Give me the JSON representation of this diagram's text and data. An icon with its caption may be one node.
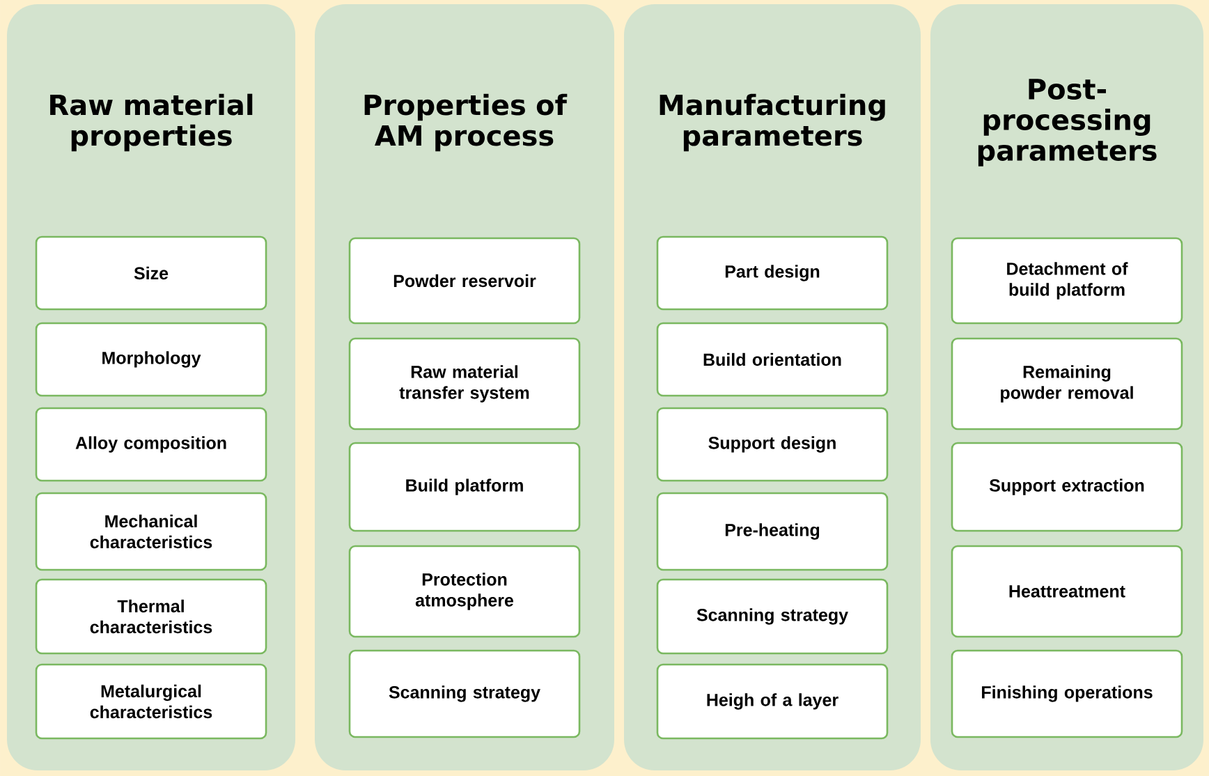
{
  "diagram": {
    "nodes": [
      {
        "text": [
          "Raw material properties"
        ]
      },
      {
        "text": [
          "Size"
        ],
        "in": 0
      },
      {
        "text": [
          "Morphology"
        ],
        "in": 0
      },
      {
        "text": [
          "Alloy composition"
        ],
        "in": 0
      },
      {
        "text": [
          "Mechanical characteristics"
        ],
        "in": 0
      },
      {
        "text": [
          "Thermal characteristics"
        ],
        "in": 0
      },
      {
        "text": [
          "Metalurgical characteristics"
        ],
        "in": 0
      },
      {
        "text": [
          "Properties of AM process"
        ]
      },
      {
        "text": [
          "Powder reservoir"
        ],
        "in": 7
      },
      {
        "text": [
          "Raw material transfer system"
        ],
        "in": 7
      },
      {
        "text": [
          "Build platform"
        ],
        "in": 7
      },
      {
        "text": [
          "Protection atmosphere"
        ],
        "in": 7
      },
      {
        "text": [
          "Scanning strategy"
        ],
        "in": 7
      },
      {
        "text": [
          "Manufacturing parameters"
        ]
      },
      {
        "text": [
          "Part design"
        ],
        "in": 13
      },
      {
        "text": [
          "Build orientation"
        ],
        "in": 13
      },
      {
        "text": [
          "Support design"
        ],
        "in": 13
      },
      {
        "text": [
          "Pre-heating"
        ],
        "in": 13
      },
      {
        "text": [
          "Scanning strategy"
        ],
        "in": 13
      },
      {
        "text": [
          "Heigh of a layer"
        ],
        "in": 13
      },
      {
        "text": [
          "Post-processing parameters"
        ]
      },
      {
        "text": [
          "Detachment of build platform"
        ],
        "in": 20
      },
      {
        "text": [
          "Remaining powder removal"
        ],
        "in": 20
      },
      {
        "text": [
          "Support extraction"
        ],
        "in": 20
      },
      {
        "text": [
          "Heattreatment"
        ],
        "in": 20
      },
      {
        "text": [
          "Finishing operations"
        ],
        "in": 20
      }
    ]
  }
}
